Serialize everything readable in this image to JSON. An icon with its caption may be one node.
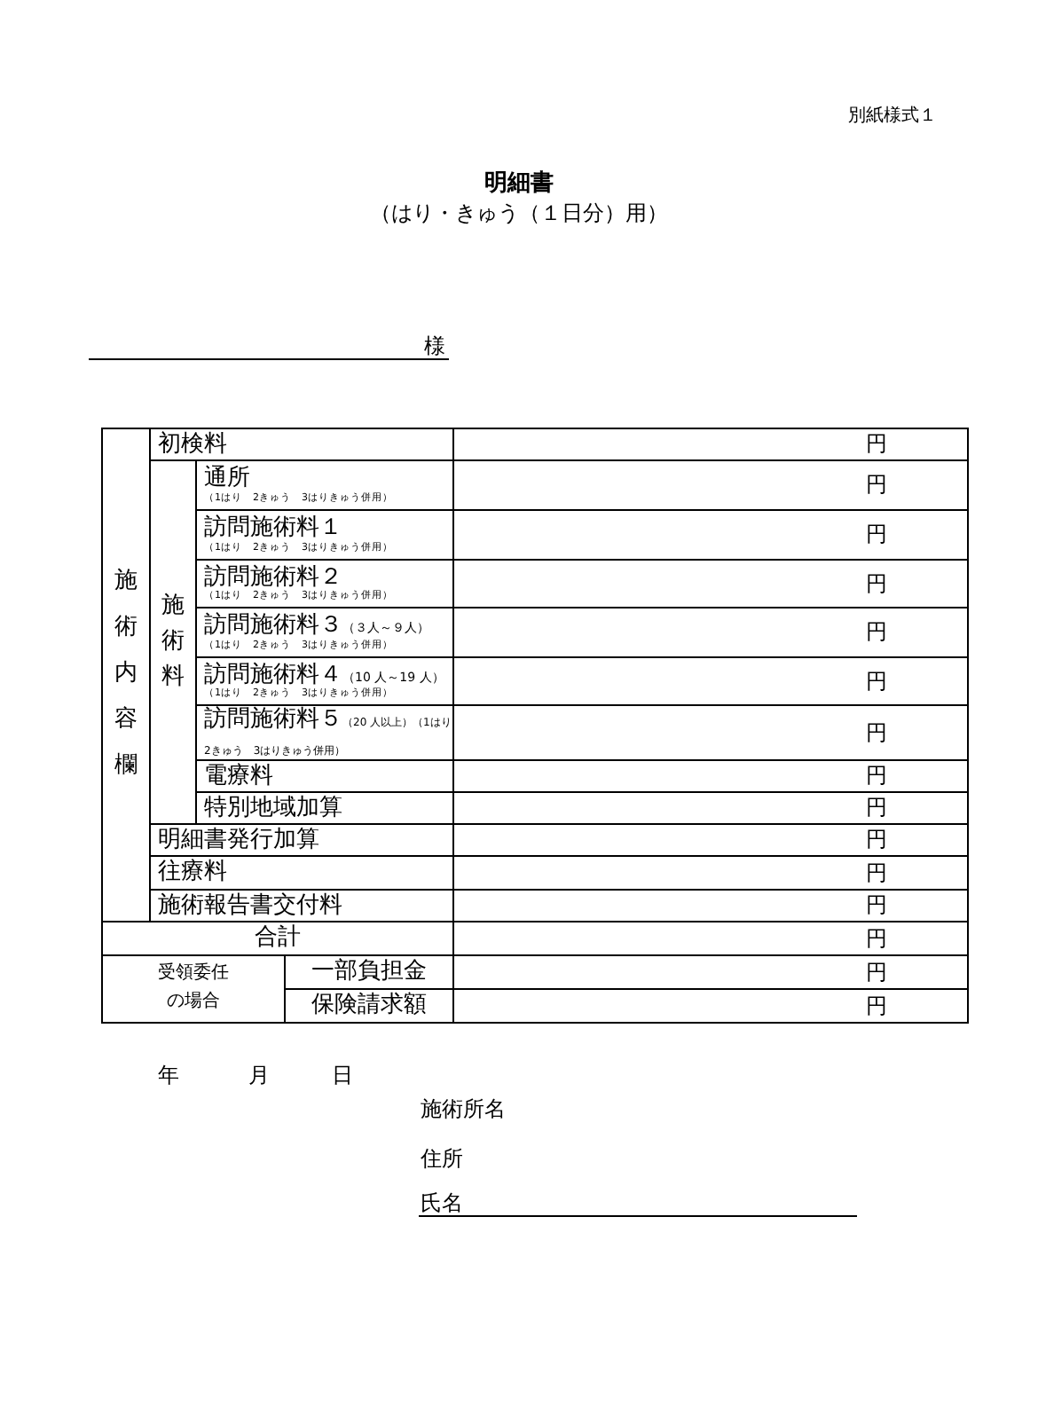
{
  "diagram": {
    "title": "明細書",
    "labels": [
      "別紙様式１",
      "（はり・きゅう（１日分）用）",
      "様",
      "施術内容欄",
      "初検料",
      "円",
      "施術料",
      "通所",
      "（1はり　2きゅう　3はりきゅう併用）",
      "円",
      "訪問施術料１",
      "（1はり　2きゅう　3はりきゅう併用）",
      "円",
      "訪問施術料２",
      "（1はり　2きゅう　3はりきゅう併用）",
      "円",
      "訪問施術料３",
      "（３人～９人）",
      "（1はり　2きゅう　3はりきゅう併用）",
      "円",
      "訪問施術料４",
      "（10 人～19 人）",
      "（1はり　2きゅう　3はりきゅう併用）",
      "円",
      "訪問施術料５",
      "（20 人以上）（1はり　2きゅう　3はりきゅう併用）",
      "円",
      "電療料",
      "円",
      "特別地域加算",
      "円",
      "明細書発行加算",
      "円",
      "往療料",
      "円",
      "施術報告書交付料",
      "円",
      "合計",
      "円",
      "受領委任の場合",
      "一部負担金",
      "円",
      "保険請求額",
      "円",
      "年",
      "月",
      "日",
      "施術所名",
      "住所",
      "氏名"
    ]
  }
}
